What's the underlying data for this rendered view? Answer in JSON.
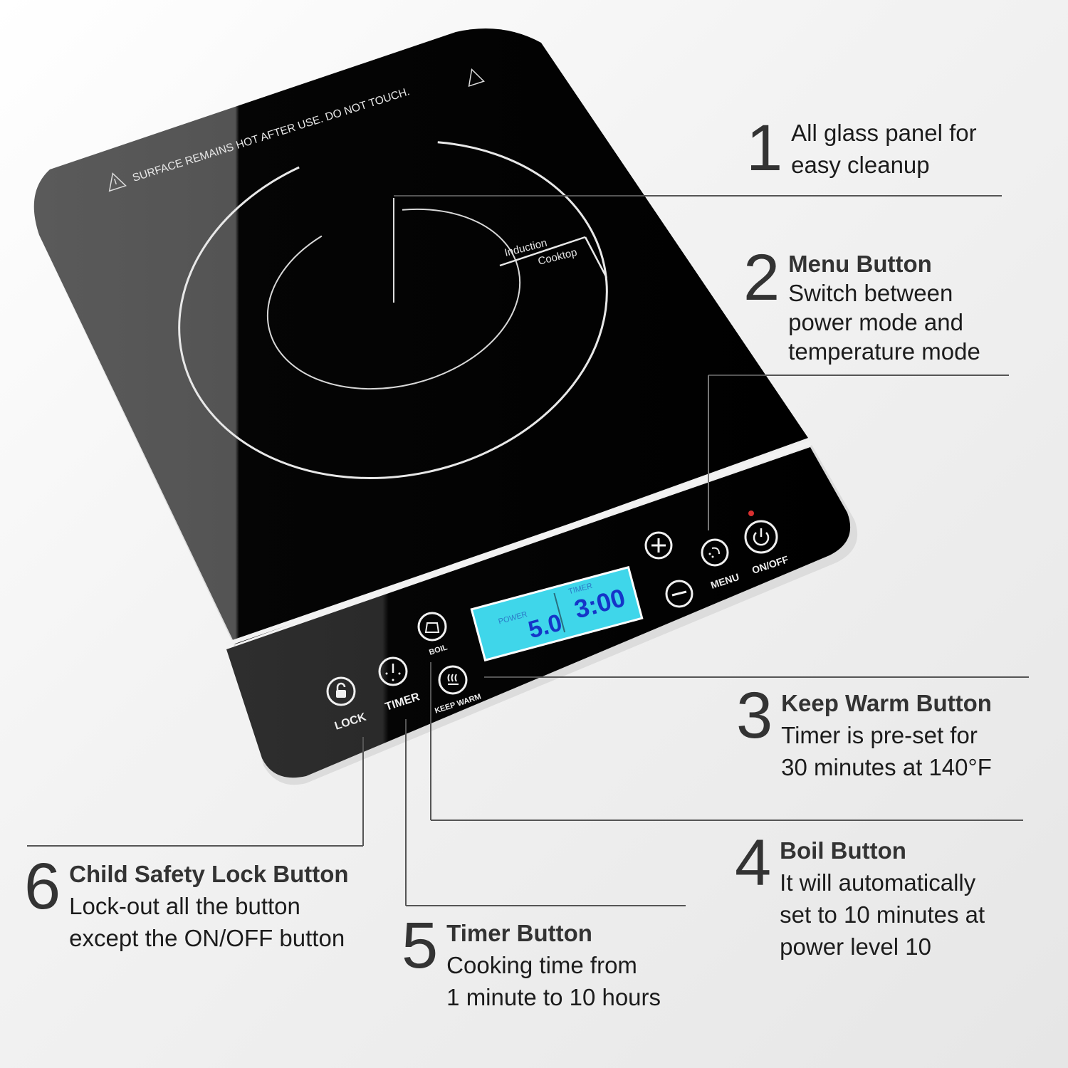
{
  "cooktop": {
    "warning_text": "SURFACE REMAINS HOT AFTER USE. DO NOT TOUCH.",
    "zone_label_line1": "Induction",
    "zone_label_line2": "Cooktop",
    "display": {
      "power_label": "POWER",
      "power_value": "5.0",
      "timer_label": "TIMER",
      "timer_value": "3:00",
      "background_color": "#3fd6ea",
      "digit_color": "#1535c8"
    },
    "buttons": {
      "lock": "LOCK",
      "timer": "TIMER",
      "boil": "BOIL",
      "keep_warm": "KEEP WARM",
      "menu": "MENU",
      "on_off": "ON/OFF",
      "plus": "+",
      "minus": "−"
    },
    "power_indicator_color": "#d93030"
  },
  "callouts": [
    {
      "number": "1",
      "title": "",
      "description": "All glass panel for\neasy cleanup"
    },
    {
      "number": "2",
      "title": "Menu Button",
      "description": "Switch between\npower mode and\ntemperature mode"
    },
    {
      "number": "3",
      "title": "Keep Warm Button",
      "description": "Timer is pre-set for\n30 minutes at 140°F"
    },
    {
      "number": "4",
      "title": "Boil Button",
      "description": "It will automatically\nset to 10 minutes at\npower level 10"
    },
    {
      "number": "5",
      "title": "Timer Button",
      "description": "Cooking time from\n1 minute to 10 hours"
    },
    {
      "number": "6",
      "title": "Child Safety Lock Button",
      "description": "Lock-out all the button\nexcept the ON/OFF button"
    }
  ]
}
